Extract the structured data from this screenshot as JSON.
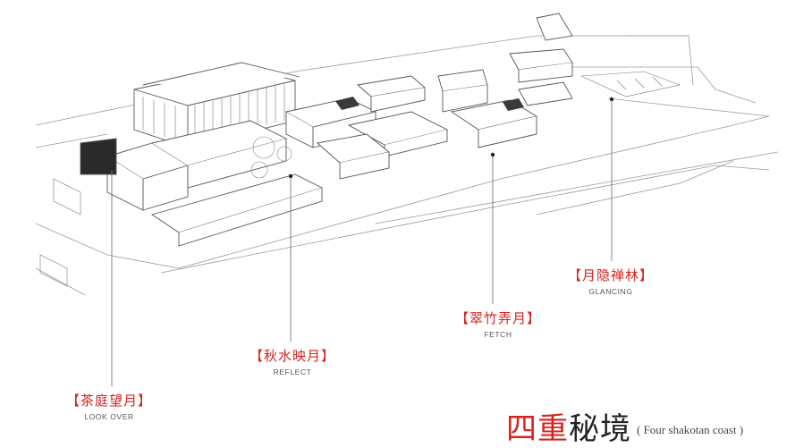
{
  "callouts": [
    {
      "zh": "【茶庭望月】",
      "en": "LOOK OVER"
    },
    {
      "zh": "【秋水映月】",
      "en": "REFLECT"
    },
    {
      "zh": "【翠竹弄月】",
      "en": "FETCH"
    },
    {
      "zh": "【月隐禅林】",
      "en": "GLANCING"
    }
  ],
  "title": {
    "part_red": "四重",
    "part_dark": "秘境",
    "subtitle": "( Four shakotan coast )"
  },
  "colors": {
    "accent_red": "#d8221f",
    "line": "#8a8a8a",
    "background": "#ffffff"
  }
}
